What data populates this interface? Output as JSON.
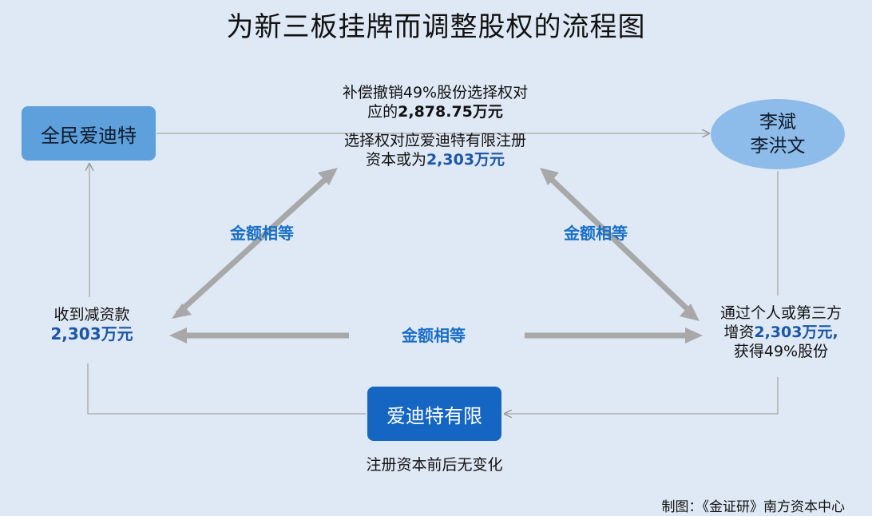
{
  "title": "为新三板挂牌而调整股权的流程图",
  "nodes": {
    "quanmin": "全民爱迪特",
    "aidite": "爱迪特有限",
    "person1": "李斌",
    "person2": "李洪文"
  },
  "top_text": {
    "line1": "补偿撤销49%股份选择权对",
    "line2_prefix": "应的",
    "line2_value": "2,878.75万元",
    "line3": "选择权对应爱迪特有限注册",
    "line4_prefix": "资本或为",
    "line4_value": "2,303万元"
  },
  "left_text": {
    "line1": "收到减资款",
    "value": "2,303万元"
  },
  "right_text": {
    "line1": "通过个人或第三方",
    "line2_prefix": "增资",
    "line2_value": "2,303万元,",
    "line3": "获得49%股份"
  },
  "equal_labels": {
    "left": "金额相等",
    "right": "金额相等",
    "bottom": "金额相等"
  },
  "bottom_note": "注册资本前后无变化",
  "source": "制图：《金证研》南方资本中心",
  "colors": {
    "background": "#dfe9f5",
    "box_light": "#5ea0dc",
    "box_dark": "#1466c2",
    "ellipse": "#8ebcea",
    "arrow_grey": "#a8a8a8",
    "line_grey": "#b0b0b0",
    "highlight_blue": "#1c56a8"
  }
}
